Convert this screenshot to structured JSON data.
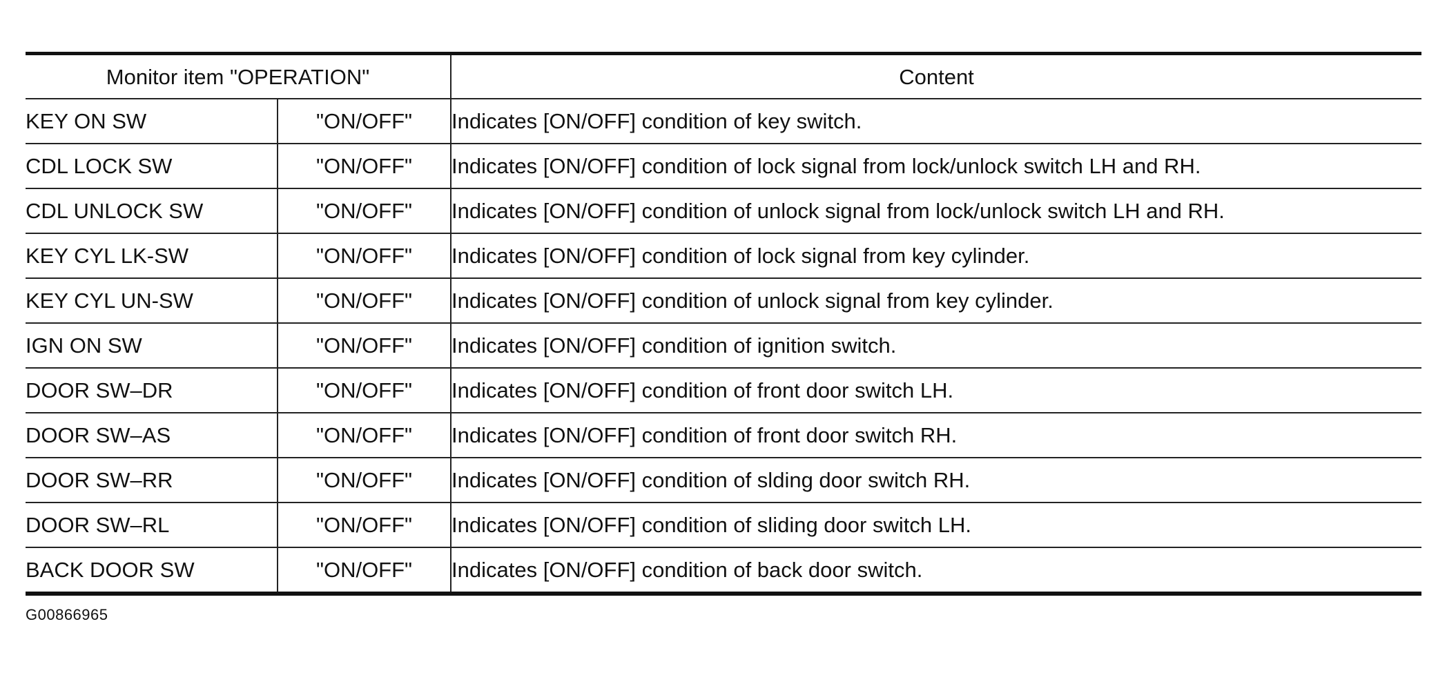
{
  "table": {
    "header": {
      "monitor_item": "Monitor item \"OPERATION\"",
      "content": "Content"
    },
    "rows": [
      {
        "item": "KEY ON SW",
        "value": "\"ON/OFF\"",
        "content": "Indicates [ON/OFF] condition of key switch."
      },
      {
        "item": "CDL LOCK SW",
        "value": "\"ON/OFF\"",
        "content": "Indicates [ON/OFF] condition of lock signal from lock/unlock switch LH and RH."
      },
      {
        "item": "CDL UNLOCK SW",
        "value": "\"ON/OFF\"",
        "content": "Indicates [ON/OFF] condition of unlock signal from lock/unlock switch LH and RH."
      },
      {
        "item": "KEY CYL LK-SW",
        "value": "\"ON/OFF\"",
        "content": "Indicates [ON/OFF] condition of lock signal from key cylinder."
      },
      {
        "item": "KEY CYL UN-SW",
        "value": "\"ON/OFF\"",
        "content": "Indicates [ON/OFF] condition of unlock signal from key cylinder."
      },
      {
        "item": "IGN ON SW",
        "value": "\"ON/OFF\"",
        "content": "Indicates [ON/OFF] condition of ignition switch."
      },
      {
        "item": "DOOR SW–DR",
        "value": "\"ON/OFF\"",
        "content": "Indicates [ON/OFF] condition of front door switch LH."
      },
      {
        "item": "DOOR SW–AS",
        "value": "\"ON/OFF\"",
        "content": "Indicates [ON/OFF] condition of front door switch RH."
      },
      {
        "item": "DOOR SW–RR",
        "value": "\"ON/OFF\"",
        "content": "Indicates [ON/OFF] condition of slding door switch RH."
      },
      {
        "item": "DOOR SW–RL",
        "value": "\"ON/OFF\"",
        "content": "Indicates [ON/OFF] condition of sliding door switch LH."
      },
      {
        "item": "BACK DOOR SW",
        "value": "\"ON/OFF\"",
        "content": "Indicates [ON/OFF] condition of back door switch."
      }
    ]
  },
  "figure_id": "G00866965"
}
